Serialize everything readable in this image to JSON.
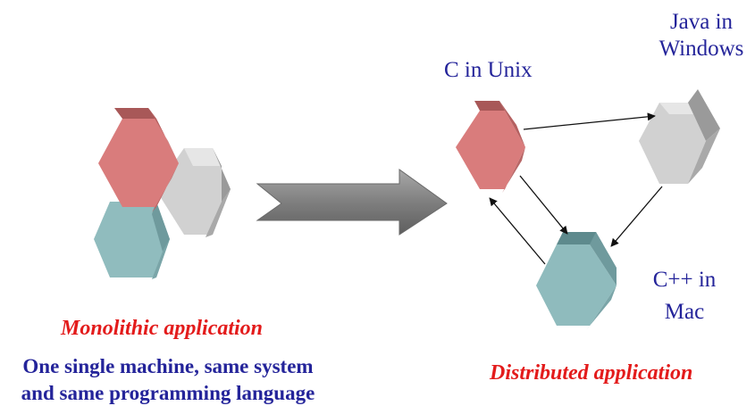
{
  "left": {
    "title": "Monolithic application",
    "description_line1": "One single machine, same system",
    "description_line2": "and same programming language"
  },
  "right": {
    "title": "Distributed application",
    "nodes": {
      "unix": "C in Unix",
      "windows_line1": "Java in",
      "windows_line2": "Windows",
      "mac_line1": "C++ in",
      "mac_line2": "Mac"
    }
  },
  "colors": {
    "red_block": "#d97a7a",
    "gray_block": "#d2d2d2",
    "teal_block": "#8fbcbe",
    "label_blue": "#24249a",
    "label_red": "#e31b1b",
    "arrow_gray": "#8c8c8c"
  }
}
